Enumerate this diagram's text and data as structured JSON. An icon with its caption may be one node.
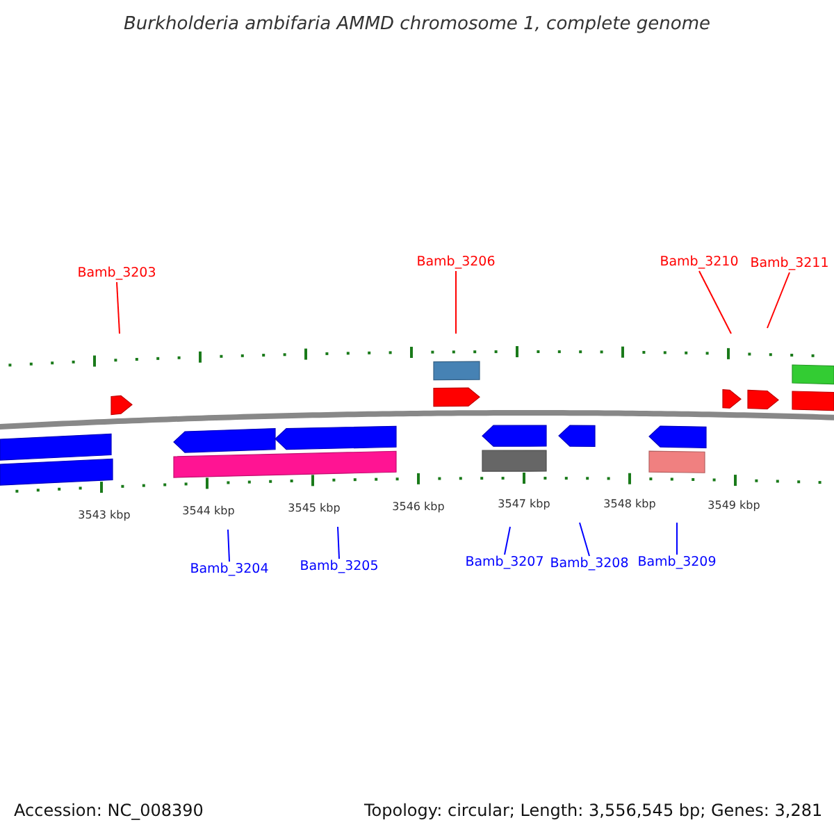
{
  "diagram": {
    "title": "Burkholderia ambifaria AMMD chromosome 1, complete genome",
    "nodes": [
      {
        "text": [
          "Bamb_3206"
        ]
      },
      {
        "text": [
          "Bamb_3210"
        ]
      },
      {
        "text": [
          "Bamb_3211"
        ]
      },
      {
        "text": [
          "Bamb_3203"
        ]
      },
      {
        "text": [
          "Bamb_3207"
        ]
      },
      {
        "text": [
          "Bamb_3209"
        ]
      },
      {
        "text": [
          "Bamb_3208"
        ]
      },
      {
        "text": [
          "Bamb_3205"
        ]
      },
      {
        "text": [
          "Bamb_3204"
        ]
      }
    ],
    "edges": [
      {
        "from": 0,
        "to": null,
        "arrow": "none",
        "color": "#ff0000"
      },
      {
        "from": 1,
        "to": null,
        "arrow": "none",
        "color": "#ff0000"
      },
      {
        "from": 2,
        "to": null,
        "arrow": "none",
        "color": "#ff0000"
      },
      {
        "from": 3,
        "to": null,
        "arrow": "none",
        "color": "#ff0000"
      },
      {
        "from": 4,
        "to": null,
        "arrow": "none"
      },
      {
        "from": 5,
        "to": null,
        "arrow": "none"
      },
      {
        "from": 6,
        "to": null,
        "arrow": "none"
      },
      {
        "from": 7,
        "to": null,
        "arrow": "none"
      },
      {
        "from": 8,
        "to": null,
        "arrow": "none"
      }
    ],
    "labels": [
      "3543 kbp",
      "3544 kbp",
      "3545 kbp",
      "3546 kbp",
      "3547 kbp",
      "3548 kbp",
      "3549 kbp",
      "Accession: NC_008390",
      "Topology: circular; Length: 3,556,545 bp; Genes: 3,281"
    ]
  }
}
